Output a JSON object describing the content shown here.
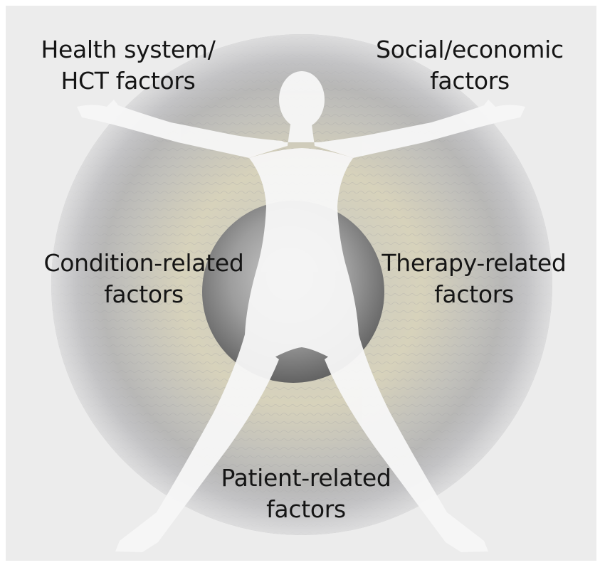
{
  "figure": {
    "labels": {
      "health_system": {
        "line1": "Health system/",
        "line2": "HCT factors"
      },
      "social_economic": {
        "line1": "Social/economic",
        "line2": "factors"
      },
      "condition_related": {
        "line1": "Condition-related",
        "line2": "factors"
      },
      "therapy_related": {
        "line1": "Therapy-related",
        "line2": "factors"
      },
      "patient_related": {
        "line1": "Patient-related",
        "line2": "factors"
      }
    },
    "colors": {
      "background": "#ececec",
      "iris_outer": "#a9a9ac",
      "iris_mid": "#bdbcb6",
      "iris_warm": "#d4cfb6",
      "pupil_dark": "#6a6a6a",
      "body_fill": "#f7f7f7",
      "text": "#151515"
    },
    "icons": [
      "eye-iris-image",
      "human-figure-silhouette"
    ]
  }
}
